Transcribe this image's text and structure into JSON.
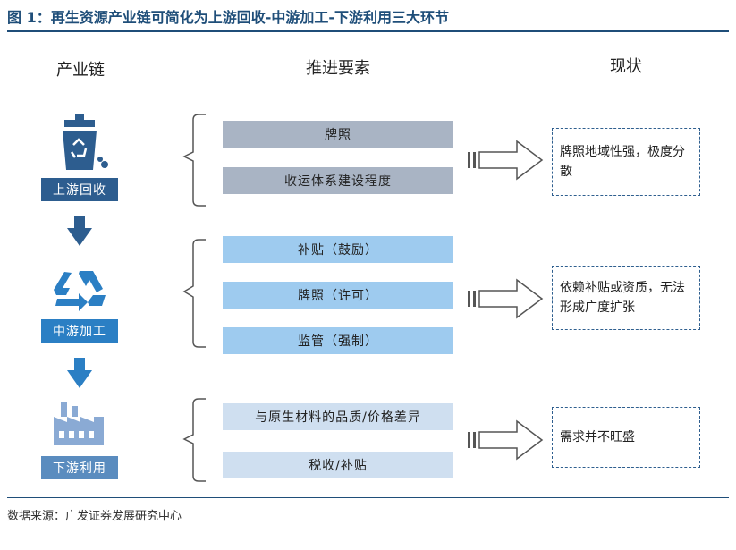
{
  "title": "图 1：再生资源产业链可简化为上游回收-中游加工-下游利用三大环节",
  "headers": {
    "chain": "产业链",
    "factors": "推进要素",
    "status": "现状"
  },
  "stages": [
    {
      "label": "上游回收",
      "color": "#2d5d8f"
    },
    {
      "label": "中游加工",
      "color": "#2b7fc4"
    },
    {
      "label": "下游利用",
      "color": "#5a8cbf"
    }
  ],
  "factors": {
    "upstream": [
      "牌照",
      "收运体系建设程度"
    ],
    "midstream": [
      "补贴（鼓励）",
      "牌照（许可）",
      "监管（强制）"
    ],
    "downstream": [
      "与原生材料的品质/价格差异",
      "税收/补贴"
    ]
  },
  "status": {
    "upstream": "牌照地域性强，极度分散",
    "midstream": "依赖补贴或资质，无法形成广度扩张",
    "downstream": "需求并不旺盛"
  },
  "source": "数据来源：广发证券发展研究中心",
  "colors": {
    "title": "#1f4e79",
    "arrow_down": "#2d5d8f",
    "bracket": "#555555",
    "dashed_border": "#2f5f8f"
  }
}
